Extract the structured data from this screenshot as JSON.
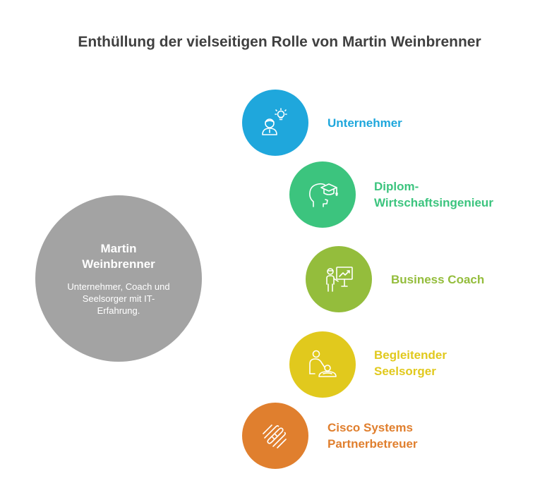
{
  "title": "Enthüllung der vielseitigen Rolle von Martin Weinbrenner",
  "center": {
    "name": "Martin Weinbrenner",
    "description": "Unternehmer, Coach und Seelsorger mit IT-Erfahrung.",
    "color": "#a3a3a3"
  },
  "roles": [
    {
      "label": "Unternehmer",
      "icon": "person-lightbulb-icon",
      "color": "#1fa7dc"
    },
    {
      "label": "Diplom-Wirtschaftsingenieur",
      "icon": "head-graduation-cap-icon",
      "color": "#3cc47e"
    },
    {
      "label": "Business Coach",
      "icon": "presenter-chart-icon",
      "color": "#94bd3c"
    },
    {
      "label": "Begleitender Seelsorger",
      "icon": "caregiver-icon",
      "color": "#e1c91d"
    },
    {
      "label": "Cisco Systems Partnerbetreuer",
      "icon": "network-cables-icon",
      "color": "#e07f2e"
    }
  ]
}
